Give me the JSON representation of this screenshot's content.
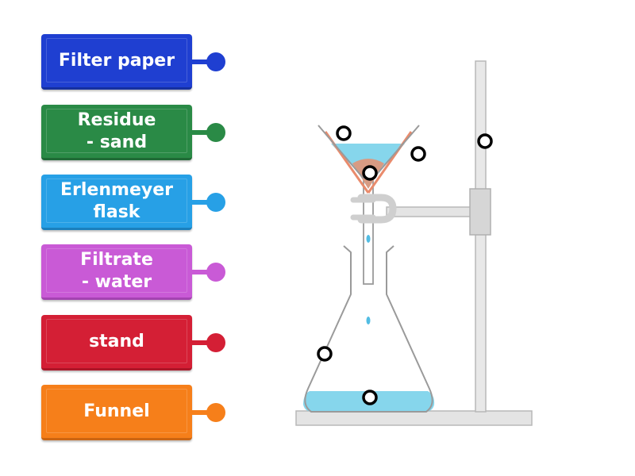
{
  "labels": [
    {
      "text": "Filter paper",
      "color": "#1f3fd1",
      "dark": "#16309f"
    },
    {
      "text": "Residue\n- sand",
      "color": "#2a8a46",
      "dark": "#1f6a35"
    },
    {
      "text": "Erlenmeyer\nflask",
      "color": "#27a0e6",
      "dark": "#1b80bd"
    },
    {
      "text": "Filtrate\n- water",
      "color": "#c95ad6",
      "dark": "#a443b1"
    },
    {
      "text": "stand",
      "color": "#d41f35",
      "dark": "#ad1628"
    },
    {
      "text": "Funnel",
      "color": "#f67f1a",
      "dark": "#cc6512"
    }
  ],
  "colors": {
    "water": "#86d6ec",
    "sand": "#d79b83",
    "paper": "#e98b6c",
    "glass_outline": "#9a9a9a",
    "stand": "#e4e4e4",
    "stand_outline": "#b8b8b8",
    "clamp": "#d6d6d6",
    "drop": "#52bde3",
    "target_ring": "#000000"
  }
}
